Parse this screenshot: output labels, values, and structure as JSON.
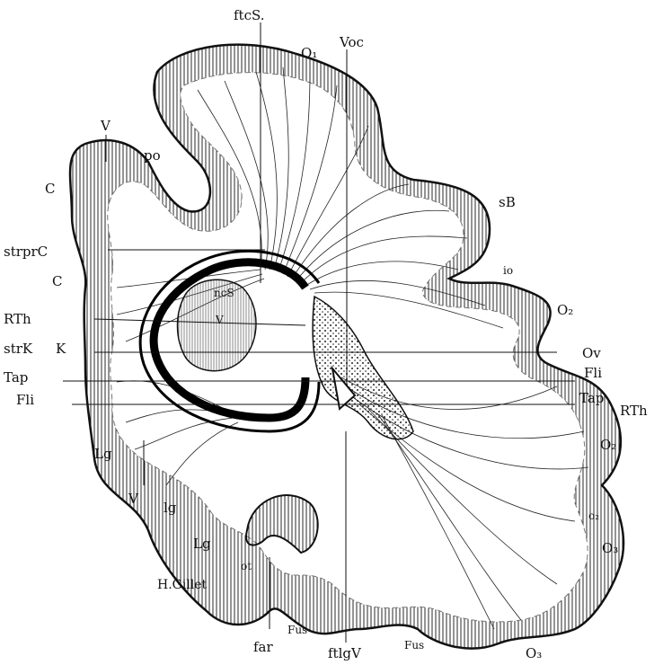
{
  "labels": {
    "ftcS": "ftcS.",
    "O1": "O₁",
    "Voc": "Voc",
    "V_top": "V",
    "po": "po",
    "C_upper": "C",
    "sB": "sB",
    "strprC": "strprC",
    "C_lower": "C",
    "io": "io",
    "O2_upper": "O₂",
    "RTh_left": "RTh",
    "strK": "strK",
    "K": "K",
    "Ov": "Ov",
    "Tap_left": "Tap",
    "Fli_left": "Fli",
    "Fli_right": "Fli",
    "Tap_right": "Tap",
    "RTh_right": "RTh",
    "O2_right": "O₂",
    "Lg_upper": "Lg",
    "V_lower": "V",
    "lg": "lg",
    "Lg_lower": "Lg",
    "ot": "ot",
    "o2_small": "o₂",
    "O3_right": "O₃",
    "Fus_left": "Fus",
    "far": "far",
    "ftlgV": "ftlgV",
    "Fus_right": "Fus",
    "O3_bottom": "O₃",
    "ncS": "ncS",
    "V_inner": "V"
  },
  "signature": "H.Gillet",
  "colors": {
    "ink": "#111111",
    "stipple": "#222222",
    "hatch": "#333333",
    "background": "#ffffff"
  }
}
